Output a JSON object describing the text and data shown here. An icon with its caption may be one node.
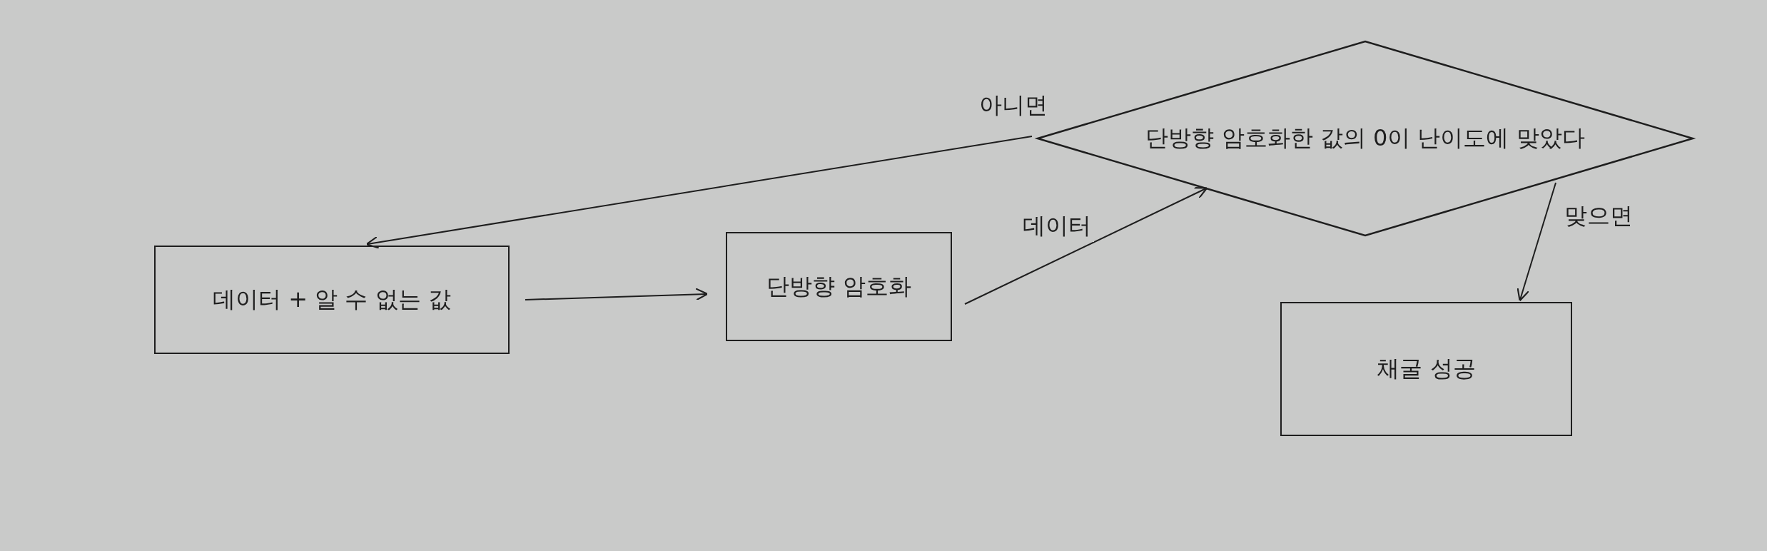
{
  "diagram": {
    "nodes": [
      {
        "text": [
          "데이터 + 알 수 없는 값"
        ]
      },
      {
        "text": [
          "단방향 암호화"
        ]
      },
      {
        "text": [
          "단방향 암호화한 값의 0이 난이도에 맞았다"
        ]
      },
      {
        "text": [
          "채굴 성공"
        ]
      }
    ],
    "edges": [
      {
        "from": 0,
        "to": 1,
        "arrow": "to"
      },
      {
        "from": 1,
        "to": 2,
        "arrow": "to",
        "label": "데이터"
      },
      {
        "from": 2,
        "to": 0,
        "arrow": "to",
        "label": "아니면"
      },
      {
        "from": 2,
        "to": 3,
        "arrow": "to",
        "label": "맞으면"
      }
    ]
  }
}
